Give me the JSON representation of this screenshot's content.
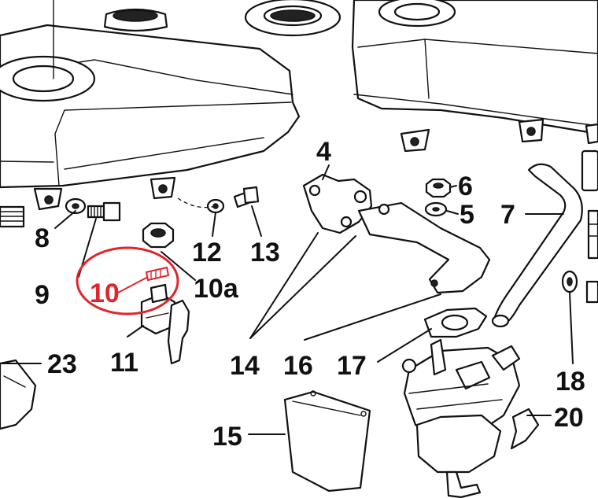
{
  "diagram": {
    "labels": {
      "l4": "4",
      "l5": "5",
      "l6": "6",
      "l7": "7",
      "l8": "8",
      "l9": "9",
      "l10": "10",
      "l10a": "10a",
      "l11": "11",
      "l12": "12",
      "l13": "13",
      "l14": "14",
      "l15": "15",
      "l16": "16",
      "l17": "17",
      "l18": "18",
      "l20": "20",
      "l23": "23"
    },
    "highlight": {
      "part": "10",
      "color": "#e0262b"
    },
    "colors": {
      "ink": "#111111",
      "background": "#ffffff"
    }
  }
}
